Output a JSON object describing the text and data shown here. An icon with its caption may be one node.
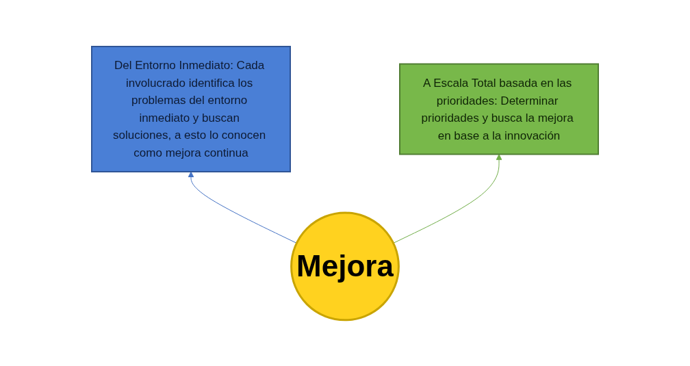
{
  "diagram": {
    "nodes": [
      {
        "text": [
          "Del Entorno Inmediato: Cada involucrado identifica los problemas del entorno inmediato y buscan soluciones, a esto lo conocen como mejora continua"
        ]
      },
      {
        "text": [
          "Mejora"
        ]
      },
      {
        "text": [
          "A Escala Total basada en las prioridades: Determinar prioridades y busca la mejora en base a la innovación"
        ]
      }
    ],
    "edges": [
      {
        "from": 1,
        "to": 0,
        "arrow": "to",
        "color": "#4472c4"
      },
      {
        "from": 1,
        "to": 2,
        "arrow": "to",
        "color": "#70ad47"
      }
    ]
  }
}
